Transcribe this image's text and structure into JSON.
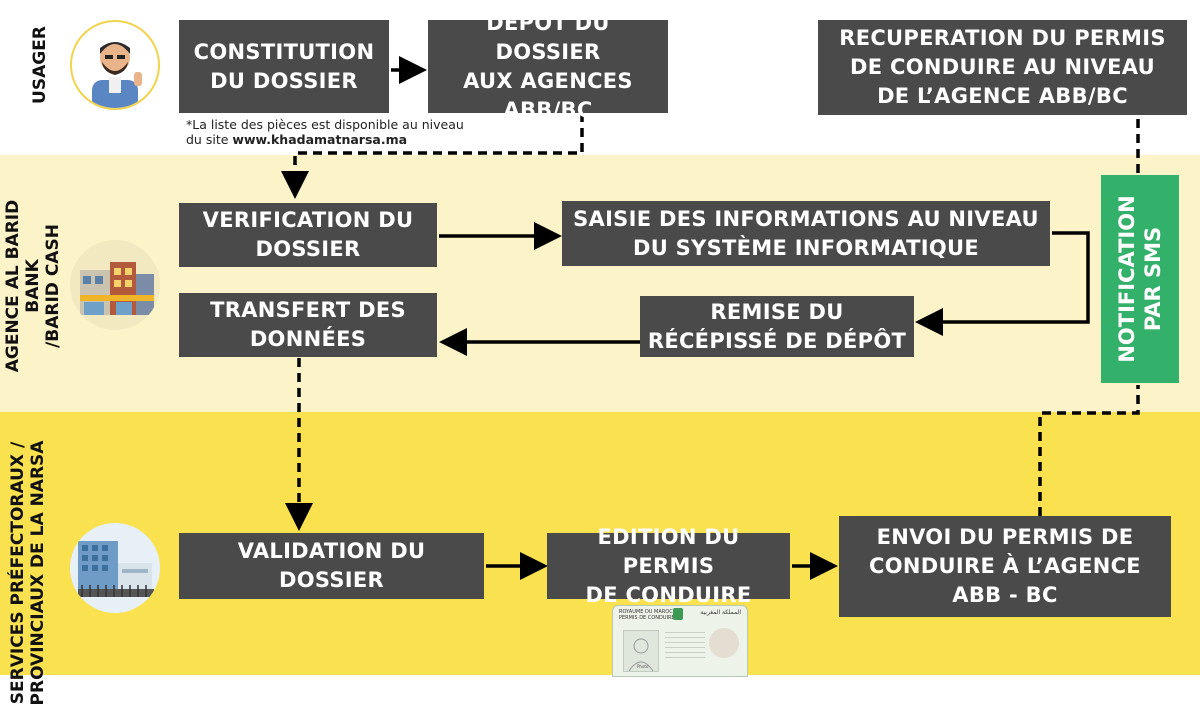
{
  "lanes": {
    "usager": "USAGER",
    "agence": "AGENCE AL BARID BANK\n/BARID CASH",
    "services": "SERVICES PRÉFECTORAUX /\nPROVINCIAUX DE LA NARSA"
  },
  "steps": {
    "constitution": "CONSTITUTION\nDU DOSSIER",
    "depot": "DÉPÔT DU DOSSIER\nAUX AGENCES\nABB/BC",
    "recuperation": "RECUPERATION DU PERMIS\nDE CONDUIRE AU NIVEAU\nDE L’AGENCE ABB/BC",
    "verification": "VERIFICATION DU\nDOSSIER",
    "saisie": "SAISIE DES INFORMATIONS AU NIVEAU\nDU SYSTÈME INFORMATIQUE",
    "remise": "REMISE DU\nRÉCÉPISSÉ DE DÉPÔT",
    "transfert": "TRANSFERT DES\nDONNÉES",
    "validation": "VALIDATION DU\nDOSSIER",
    "edition": "EDITION DU PERMIS\nDE CONDUIRE",
    "envoi": "ENVOI DU PERMIS DE\nCONDUIRE À L’AGENCE\nABB - BC"
  },
  "note": {
    "line1": "*La liste des pièces est disponible au niveau",
    "line2_prefix": "du site ",
    "site": "www.khadamatnarsa.ma"
  },
  "sms": "NOTIFICATION\nPAR SMS",
  "license_card": {
    "header_left": "ROYAUME DU MAROC",
    "header_left2": "PERMIS DE CONDUIRE",
    "header_right": "المملكة المغربية",
    "photo_label": "Photo"
  },
  "colors": {
    "box": "#4a4a4a",
    "sms": "#33b06a",
    "band_agence": "#fdf3c9",
    "band_services": "#f9e14f"
  }
}
